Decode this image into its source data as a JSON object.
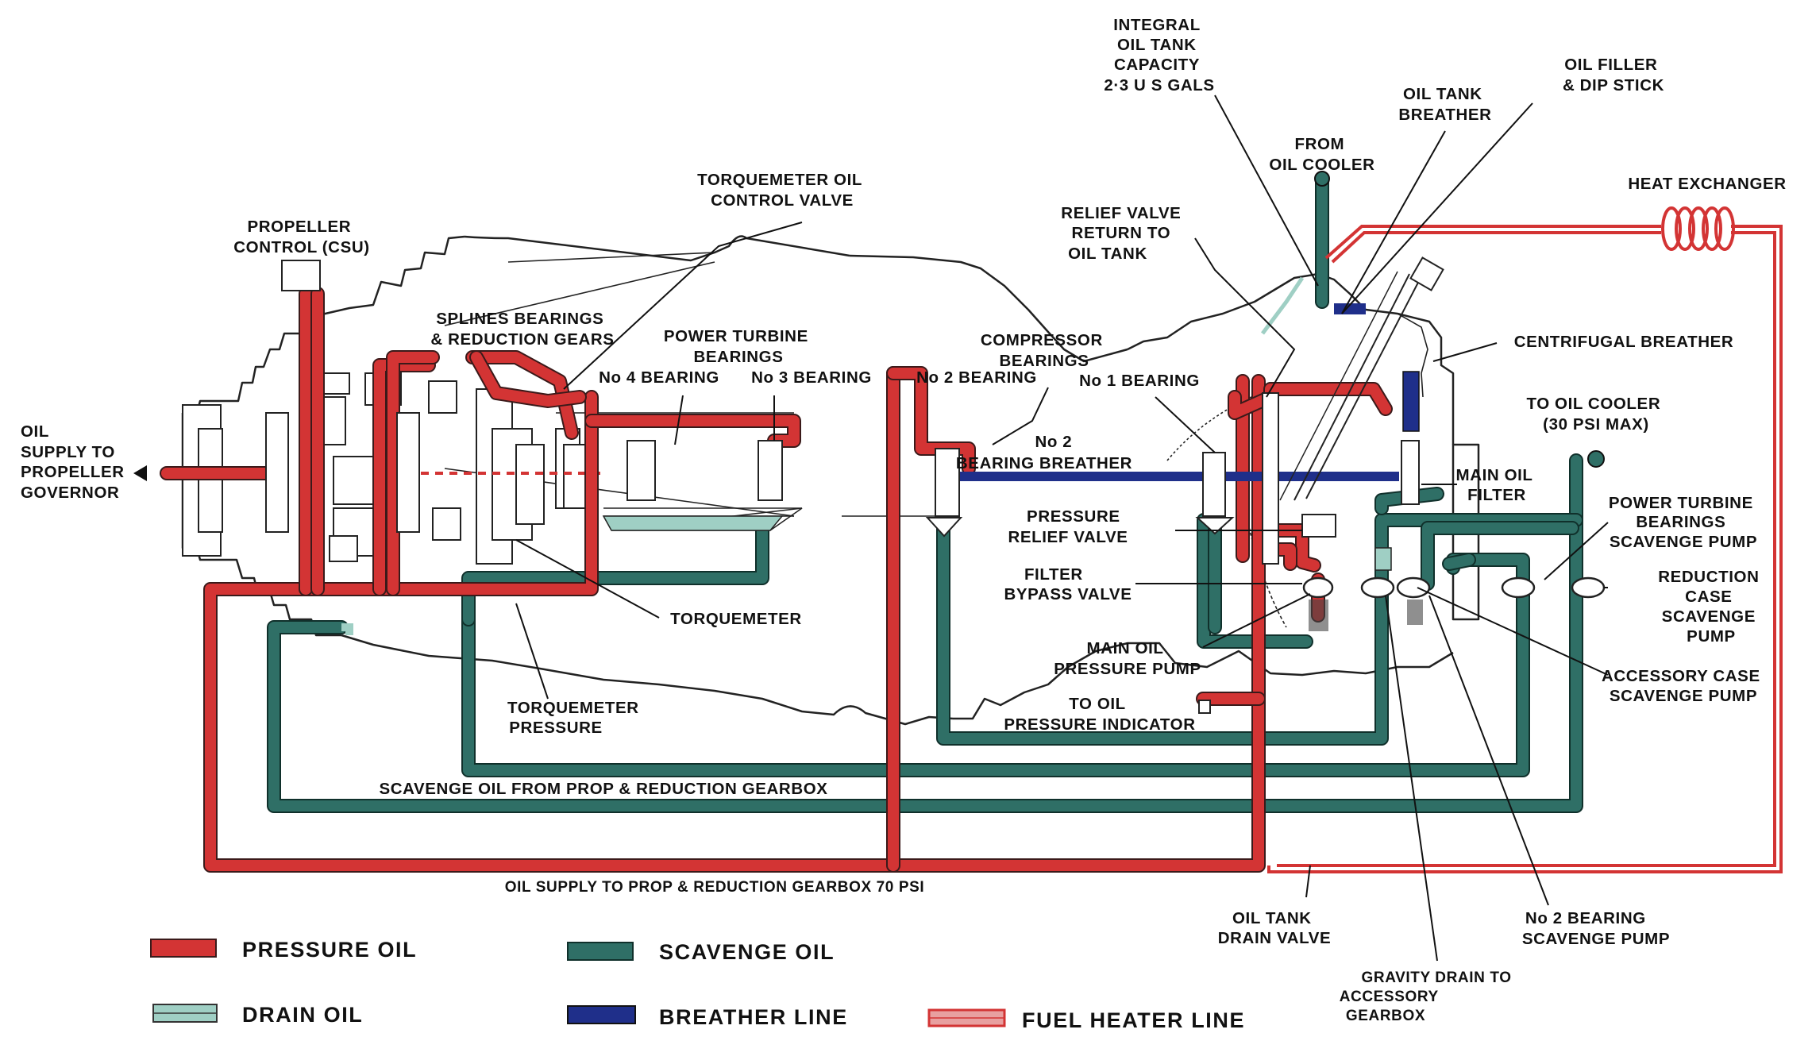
{
  "labels": {
    "oil_supply_governor": [
      "OIL",
      "SUPPLY TO",
      "PROPELLER",
      "GOVERNOR"
    ],
    "propeller_control": [
      "PROPELLER",
      "CONTROL (CSU)"
    ],
    "torquemeter_valve": [
      "TORQUEMETER OIL",
      "CONTROL VALVE"
    ],
    "splines": [
      "SPLINES BEARINGS",
      "& REDUCTION GEARS"
    ],
    "power_turbine_bearings": [
      "POWER TURBINE",
      "BEARINGS"
    ],
    "no4_bearing": "No 4 BEARING",
    "no3_bearing": "No 3 BEARING",
    "compressor_bearings": [
      "COMPRESSOR",
      "BEARINGS"
    ],
    "no2_bearing": "No 2 BEARING",
    "no1_bearing": "No 1 BEARING",
    "no2_breather": [
      "No 2",
      "BEARING BREATHER"
    ],
    "integral_tank": [
      "INTEGRAL",
      "OIL  TANK",
      "CAPACITY",
      "2·3  U S GALS"
    ],
    "oil_tank_breather": [
      "OIL  TANK",
      "BREATHER"
    ],
    "oil_filler": [
      "OIL  FILLER",
      "& DIP  STICK"
    ],
    "from_oil_cooler": [
      "FROM",
      "OIL COOLER"
    ],
    "relief_valve_return": [
      "RELIEF VALVE",
      "RETURN  TO",
      "OIL  TANK"
    ],
    "heat_exchanger": "HEAT  EXCHANGER",
    "centrifugal_breather": "CENTRIFUGAL  BREATHER",
    "to_oil_cooler": [
      "TO OIL COOLER",
      "(30 PSI MAX)"
    ],
    "main_oil_filter": [
      "MAIN  OIL",
      "FILTER"
    ],
    "power_turbine_scavenge": [
      "POWER TURBINE",
      "BEARINGS",
      "SCAVENGE PUMP"
    ],
    "reduction_case_scavenge": [
      "REDUCTION",
      "CASE",
      "SCAVENGE",
      "PUMP"
    ],
    "pressure_relief": [
      "PRESSURE",
      "RELIEF  VALVE"
    ],
    "filter_bypass": [
      "FILTER",
      "BYPASS  VALVE"
    ],
    "main_oil_pump": [
      "MAIN  OIL",
      "PRESSURE  PUMP"
    ],
    "to_oil_pressure_indicator": [
      "TO  OIL",
      "PRESSURE  INDICATOR"
    ],
    "accessory_case_scavenge": [
      "ACCESSORY CASE",
      "SCAVENGE  PUMP"
    ],
    "torquemeter": "TORQUEMETER",
    "torquemeter_pressure": [
      "TORQUEMETER",
      "PRESSURE"
    ],
    "scavenge_from_prop": "SCAVENGE  OIL  FROM  PROP  &  REDUCTION  GEARBOX",
    "oil_supply_prop": "OIL  SUPPLY  TO  PROP  &  REDUCTION  GEARBOX  70  PSI",
    "oil_tank_drain": [
      "OIL  TANK",
      "DRAIN  VALVE"
    ],
    "gravity_drain": [
      "GRAVITY DRAIN  TO",
      "ACCESSORY",
      "GEARBOX"
    ],
    "no2_scavenge": [
      "No 2  BEARING",
      "SCAVENGE  PUMP"
    ]
  },
  "legend": {
    "pressure_oil": "PRESSURE  OIL",
    "scavenge_oil": "SCAVENGE  OIL",
    "drain_oil": "DRAIN  OIL",
    "breather_line": "BREATHER  LINE",
    "fuel_heater_line": "FUEL  HEATER  LINE"
  },
  "colors": {
    "pressure_oil": "#d33434",
    "scavenge_oil": "#2f6f66",
    "drain_oil": "#9fcfc4",
    "breather_line": "#1f2f8a",
    "fuel_heater_line": "#e8a0a0"
  }
}
